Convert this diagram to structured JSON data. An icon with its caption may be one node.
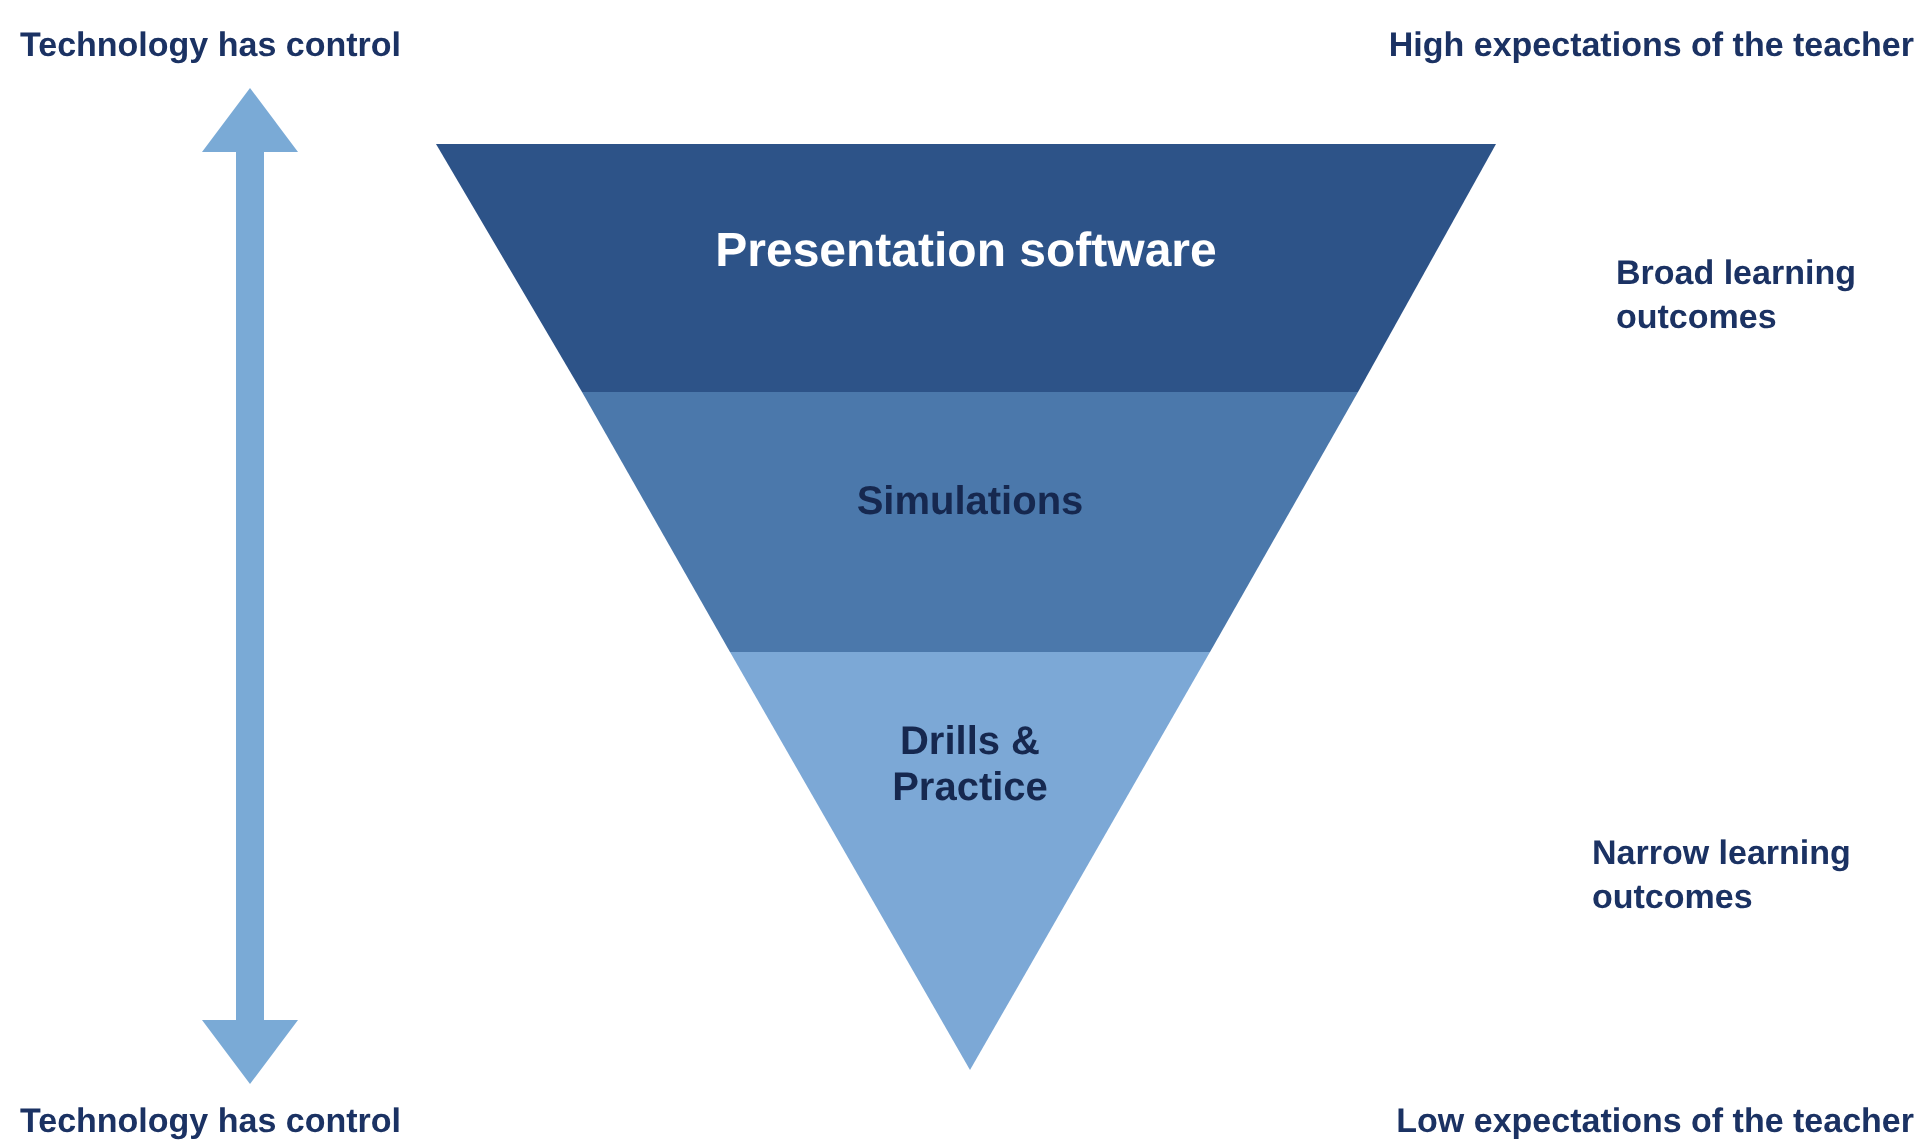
{
  "diagram": {
    "nodes": [
      {
        "text": [
          "Presentation software"
        ]
      },
      {
        "text": [
          "Simulations"
        ]
      },
      {
        "text": [
          "Drills & Practice"
        ]
      }
    ],
    "labels": [
      "Technology has control",
      "High expectations of the teacher",
      "Broad learning outcomes",
      "Narrow learning outcomes",
      "Technology has control",
      "Low expectations of the teacher"
    ]
  }
}
